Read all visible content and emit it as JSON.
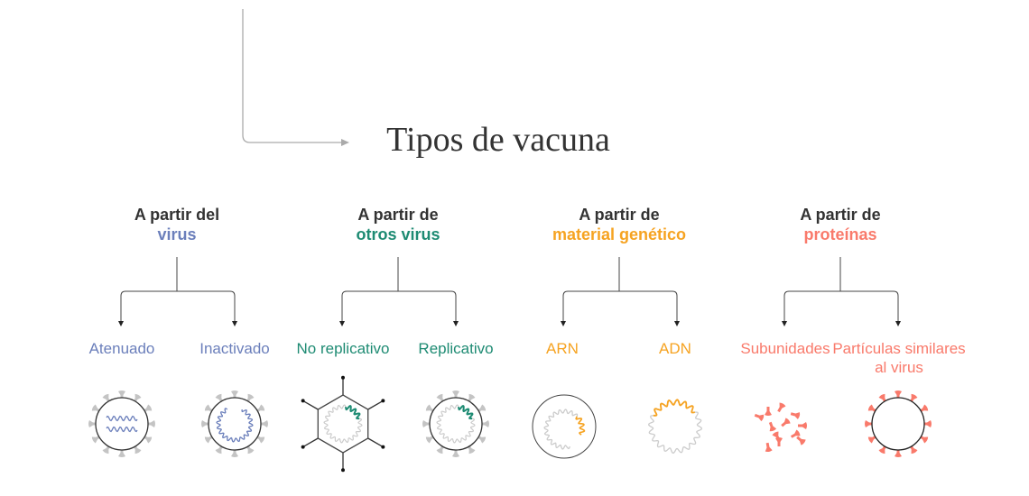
{
  "title": "Tipos de vacuna",
  "colors": {
    "virus": "#6b7fbb",
    "otros": "#1e8b73",
    "genetico": "#f6a321",
    "proteinas": "#f97a6b",
    "line": "#444444",
    "gray": "#bbbbbb"
  },
  "groups": [
    {
      "line1": "A partir del",
      "line2": "virus",
      "leaves": [
        "Atenuado",
        "Inactivado"
      ]
    },
    {
      "line1": "A partir de",
      "line2": "otros virus",
      "leaves": [
        "No replicativo",
        "Replicativo"
      ]
    },
    {
      "line1": "A partir de",
      "line2": "material genético",
      "leaves": [
        "ARN",
        "ADN"
      ]
    },
    {
      "line1": "A partir de",
      "line2": "proteínas",
      "leaves": [
        "Subunidades",
        "Partículas similares al virus"
      ]
    }
  ]
}
